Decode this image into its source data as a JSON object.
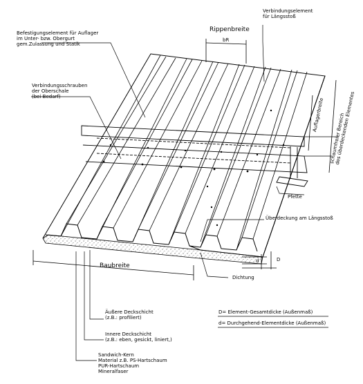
{
  "labels": {
    "befestigung": "Befestigungselement für Auflager\nim Unter- bzw. Obergurt\ngem.Zulassung und Statik",
    "rippenbreite": "Rippenbreite",
    "bR": "bR",
    "verbindungselement": "Verbindungselement\nfür Längsstoß",
    "verbindungsschrauben": "Verbindungsschrauben\nder Oberschale\n(bei Bedarf)",
    "auflagerbreite": "Auflagerbreite",
    "schaumfrei": "schaumfreier Bereich\ndes überdeckenden Elementes",
    "pfette": "Pfette",
    "ueberdeckung": "Überdeckung am Längsstoß",
    "baubreite": "Baubreite",
    "dichtung": "Dichtung",
    "dim_d": "d",
    "dim_D": "D",
    "aeussere": "Äußere Deckschicht\n(z.B.: profiliert)",
    "innere": "Innere Deckschicht\n(z.B.: eben, gesickt, liniert,)",
    "kern": "Sandwich-Kern\nMaterial z.B. PS-Hartschaum\nPUR-Hartschaum\nMineralfaser"
  },
  "legend": {
    "D_line": "D= Element-Gesamtdicke (Außenmaß)",
    "d_line": "d= Durchgehend-Elementdicke (Außenmaß)"
  },
  "colors": {
    "line": "#000000",
    "core_fill": "#e4e4e4",
    "background": "#ffffff"
  }
}
